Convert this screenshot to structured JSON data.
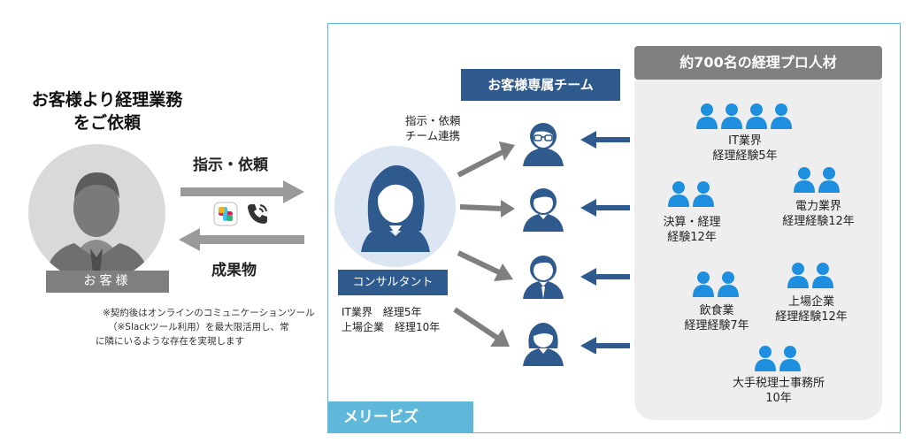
{
  "client": {
    "request_title_line1": "お客様より経理業務",
    "request_title_line2": "をご依頼",
    "label": "お客様"
  },
  "flow": {
    "request_label": "指示・依頼",
    "deliverable_label": "成果物"
  },
  "note": {
    "line1": "※契約後はオンラインのコミュニケーションツール",
    "line2": "（※Slackツール利用）を最大限活用し、常",
    "line3": "に隣にいるような存在を実現します"
  },
  "brand": {
    "name": "メリービズ"
  },
  "team": {
    "title": "お客様専属チーム",
    "instruction_line1": "指示・依頼",
    "instruction_line2": "チーム連携"
  },
  "consultant": {
    "label": "コンサルタント",
    "career_line1": "IT業界　経理5年",
    "career_line2": "上場企業　経理10年"
  },
  "pool": {
    "title": "約700名の経理プロ人材",
    "groups": [
      {
        "line1": "IT業界",
        "line2": "経理経験5年"
      },
      {
        "line1": "決算・経理",
        "line2": "経験12年"
      },
      {
        "line1": "電力業界",
        "line2": "経理経験12年"
      },
      {
        "line1": "飲食業",
        "line2": "経理経験7年"
      },
      {
        "line1": "上場企業",
        "line2": "経理経験12年"
      },
      {
        "line1": "大手税理士事務所",
        "line2": "10年"
      }
    ]
  },
  "colors": {
    "navy": "#2f5a8e",
    "accent_blue": "#1e8fde",
    "frame": "#5fb7d9",
    "gray": "#7f7f7f"
  }
}
